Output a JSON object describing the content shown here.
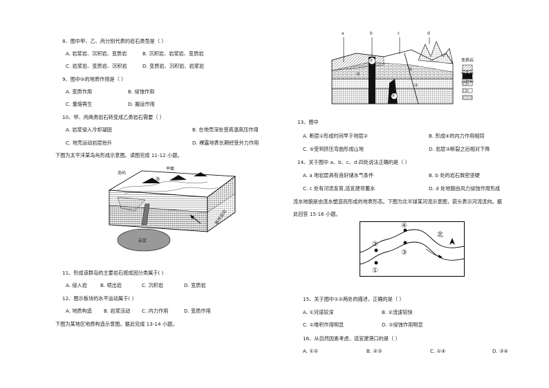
{
  "left": {
    "q8": {
      "stem": "8、图中甲、乙、丙分别代表的岩石类型是（    ）",
      "A": "A. 岩浆岩、沉积岩、变质岩",
      "B": "B. 沉积岩、岩浆岩、变质岩",
      "C": "C. 岩浆岩、变质岩、沉积岩",
      "D": "D. 变质岩、沉积岩、岩浆岩"
    },
    "q9": {
      "stem": "9、图中⑤的地质作用是（        ）",
      "A": "A. 变质作用",
      "B": "B. 侵蚀作用",
      "C": "C. 重熔再生",
      "D": "D. 搬运作用"
    },
    "q10": {
      "stem": "10、甲、丙两类岩石转变成乙类岩石需要（        ）",
      "A": "A. 岩浆侵入冷却凝固",
      "B": "B. 在地壳深处受高温高压作用",
      "C": "C. 地壳运动岩层抬升",
      "D": "D. 裸露地表长期经受外力作用"
    },
    "intro1": "下图为太平洋某岛屿形成示意图。读图完成 11-12 小题。",
    "fig1": {
      "island": "岛屿",
      "sea": "海",
      "level": "平面",
      "magma": "岩浆",
      "plate": "板块运动"
    },
    "q11": {
      "stem": "11、形成该群岛的主要岩石按成因分类属于(        )",
      "A": "A. 侵入岩",
      "B": "B. 喷出岩",
      "C": "C. 沉积岩",
      "D": "D. 变质岩"
    },
    "q12": {
      "stem": "12、图示板块的水平运动属于(        )",
      "A": "A. 地质构造",
      "B": "B. 岩浆活动",
      "C": "C. 内力作用",
      "D": "D. 变质作用"
    },
    "intro2": "下图为某地区地质构造示意图。据此完成 13-14 小题。"
  },
  "right": {
    "fig2": {
      "a": "a",
      "b": "b",
      "c": "c",
      "d": "d",
      "n5": "⑤",
      "n4": "④",
      "n1": "①",
      "n2": "②",
      "n3": "③",
      "leg_meta": "变质岩",
      "leg_mag": "岩浆岩",
      "leg_sed": "沉积岩"
    },
    "q13": {
      "stem": "13、图中",
      "A": "A. 断层①形成时间早于地层②",
      "B": "B. 形成④的内力作用相同",
      "C": "C. ⑤受到挤压弯曲形成山地",
      "D": "D. 岩层③断裂之后相对下降"
    },
    "q14": {
      "stem": "14、关于图中 a、b、c、d 四处说法正确的是（    ）",
      "A": "A. a 地岩层具有良好储水气条件",
      "B": "B. b 处的岩石致密坚硬",
      "C": "C. c 处有河流发育,适宜建坝蓄水",
      "D": "D. d 处地貌由风力侵蚀作用形成"
    },
    "intro3a": "流水地貌是由流水塑造而形成的地表形态。下图为北半球某河流示意图，箭头表示河流流向。据",
    "intro3b": "此回答 15-16 小题。",
    "fig3": {
      "c1": "①",
      "c2": "②",
      "c3": "③",
      "c4": "④",
      "north": "北"
    },
    "q15": {
      "stem": "15、关于图中①②两处的描述，正确的是（    ）",
      "A": "A. ①河道较深",
      "B": "B. ②流速较快",
      "C": "C. ①堆积作用明显",
      "D": "D. ②侵蚀作用明显"
    },
    "q16": {
      "stem": "16、从自然因素考虑，适宜建港口的是（    ）",
      "A": "A. ①②",
      "B": "B. ②③",
      "C": "C. ①④",
      "D": "D. ③④"
    }
  }
}
